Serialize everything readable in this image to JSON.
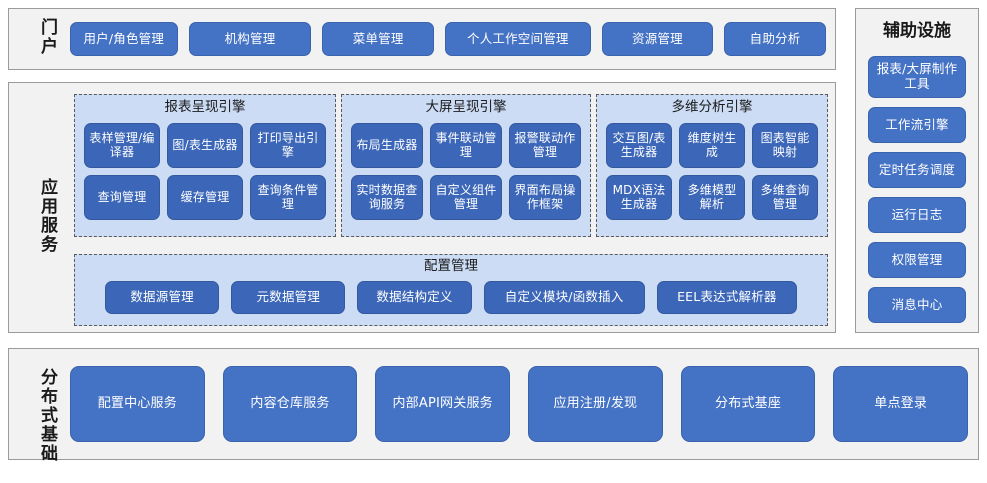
{
  "portal": {
    "label": "门户",
    "buttons": [
      "用户/角色管理",
      "机构管理",
      "菜单管理",
      "个人工作空间管理",
      "资源管理",
      "自助分析"
    ]
  },
  "aux": {
    "title": "辅助设施",
    "items": [
      "报表/大屏制作工具",
      "工作流引擎",
      "定时任务调度",
      "运行日志",
      "权限管理",
      "消息中心"
    ]
  },
  "app_services": {
    "label": "应用服务",
    "engines": [
      {
        "title": "报表呈现引擎",
        "items": [
          "表样管理/编译器",
          "图/表生成器",
          "打印导出引擎",
          "查询管理",
          "缓存管理",
          "查询条件管理"
        ]
      },
      {
        "title": "大屏呈现引擎",
        "items": [
          "布局生成器",
          "事件联动管理",
          "报警联动作管理",
          "实时数据查询服务",
          "自定义组件管理",
          "界面布局操作框架"
        ]
      },
      {
        "title": "多维分析引擎",
        "items": [
          "交互图/表生成器",
          "维度树生成",
          "图表智能映射",
          "MDX语法生成器",
          "多维模型解析",
          "多维查询管理"
        ]
      }
    ],
    "config": {
      "title": "配置管理",
      "items": [
        "数据源管理",
        "元数据管理",
        "数据结构定义",
        "自定义模块/函数插入",
        "EEL表达式解析器"
      ]
    }
  },
  "distributed": {
    "label": "分布式基础",
    "items": [
      "配置中心服务",
      "内容仓库服务",
      "内部API网关服务",
      "应用注册/发现",
      "分布式基座",
      "单点登录"
    ]
  },
  "colors": {
    "button": "#4472C4",
    "button_dark": "#3c67b8",
    "panel_tint": "#ccdcf5",
    "frame_bg": "#f2f2f2",
    "frame_border": "#9b9b9b"
  }
}
